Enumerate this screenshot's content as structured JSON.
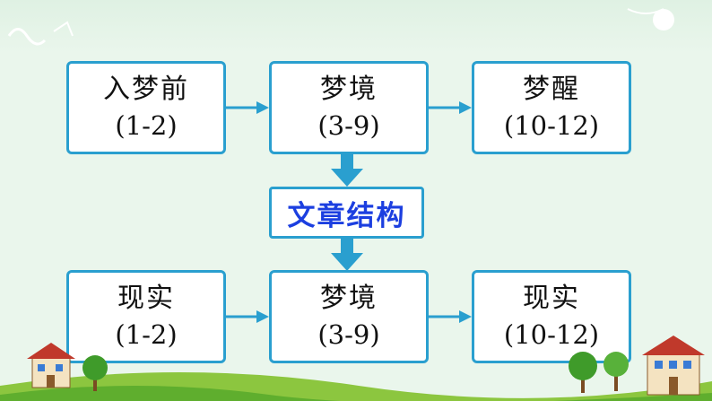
{
  "accent_color": "#2a9fcf",
  "center_text_color": "#1c3fe0",
  "top_row": [
    {
      "title": "入梦前",
      "range": "(1-2)"
    },
    {
      "title": "梦境",
      "range": "(3-9)"
    },
    {
      "title": "梦醒",
      "range": "(10-12)"
    }
  ],
  "center_label": "文章结构",
  "bottom_row": [
    {
      "title": "现实",
      "range": "(1-2)"
    },
    {
      "title": "梦境",
      "range": "(3-9)"
    },
    {
      "title": "现实",
      "range": "(10-12)"
    }
  ]
}
